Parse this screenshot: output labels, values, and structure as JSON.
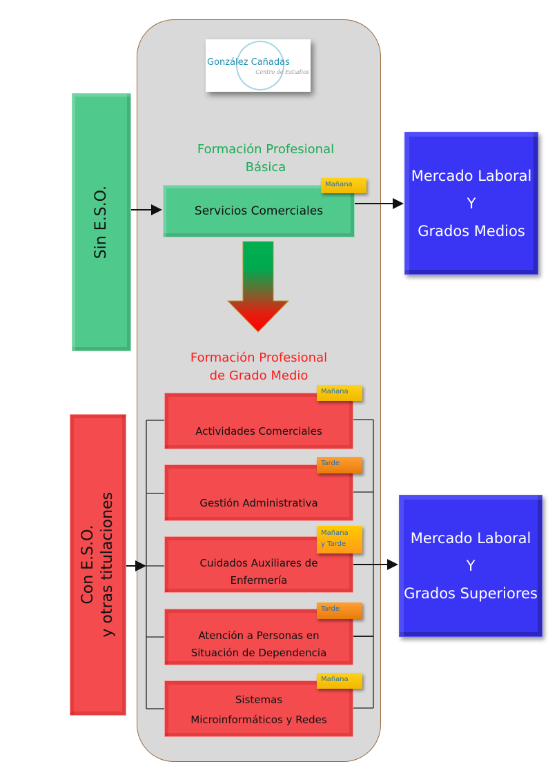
{
  "logo": {
    "name": "González Cañadas",
    "subtitle": "Centro de Estudios"
  },
  "colors": {
    "green": "#50c98d",
    "red": "#f34b4e",
    "blue": "#3a35f5",
    "green_title": "#1bab55",
    "red_title": "#ff1a1a",
    "container": "#d9d9d9",
    "badge_text": "#1f6fb5"
  },
  "entry": {
    "sin_eso": "Sin E.S.O.",
    "con_eso_line1": "Con E.S.O.",
    "con_eso_line2": "y otras titulaciones"
  },
  "basica": {
    "title_line1": "Formación Profesional",
    "title_line2": "Básica",
    "course": {
      "label": "Servicios Comerciales",
      "schedule": "Mañana"
    }
  },
  "grado_medio": {
    "title_line1": "Formación Profesional",
    "title_line2": "de Grado Medio",
    "courses": [
      {
        "label": "Actividades Comerciales",
        "schedule": "Mañana"
      },
      {
        "label": "Gestión Administrativa",
        "schedule": "Tarde"
      },
      {
        "label": "Cuidados Auxiliares de Enfermería",
        "schedule_line1": "Mañana",
        "schedule_line2": "y Tarde"
      },
      {
        "label": "Atención a Personas en Situación de Dependencia",
        "schedule": "Tarde"
      },
      {
        "label_line1": "Sistemas",
        "label_line2": "Microinformáticos y Redes",
        "schedule": "Mañana"
      }
    ]
  },
  "outcomes": {
    "medios": {
      "line1": "Mercado Laboral",
      "line2": "Y",
      "line3": "Grados Medios"
    },
    "superiores": {
      "line1": "Mercado Laboral",
      "line2": "Y",
      "line3": "Grados Superiores"
    }
  }
}
